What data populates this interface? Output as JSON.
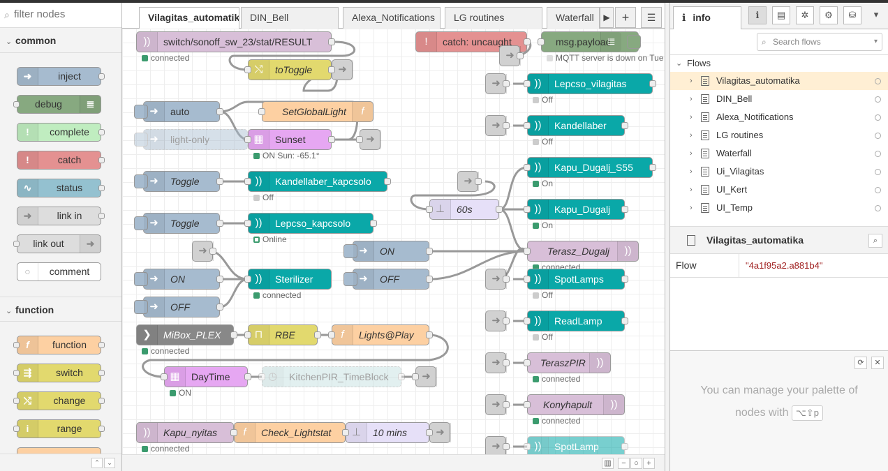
{
  "palette": {
    "filter_placeholder": "filter nodes",
    "categories": [
      "common",
      "function"
    ],
    "common_nodes": [
      "inject",
      "debug",
      "complete",
      "catch",
      "status",
      "link in",
      "link out",
      "comment"
    ],
    "function_nodes": [
      "function",
      "switch",
      "change",
      "range"
    ]
  },
  "tabs": [
    "Vilagitas_automatik",
    "DIN_Bell",
    "Alexa_Notifications",
    "LG routines",
    "Waterfall"
  ],
  "nodes": {
    "n1": "switch/sonoff_sw_23/stat/RESULT",
    "n2": "toToggle",
    "n3": "auto",
    "n4": "light-only",
    "n5": "SetGlobalLight",
    "n6": "Sunset",
    "n7": "Toggle",
    "n8": "Kandellaber_kapcsolo",
    "n9": "Toggle",
    "n10": "Lepcso_kapcsolo",
    "n11": "ON",
    "n12": "OFF",
    "n13": "Sterilizer",
    "n14": "MiBox_PLEX",
    "n15": "RBE",
    "n16": "Lights@Play",
    "n17": "DayTime",
    "n18": "KitchenPIR_TimeBlock",
    "n19": "Kapu_nyitas",
    "n20": "Check_Lightstat",
    "n21": "10 mins",
    "n22": "catch: uncaught",
    "n23": "msg.payload",
    "n24": "Lepcso_vilagitas",
    "n25": "Kandellaber",
    "n26": "Kapu_Dugalj_S55",
    "n27": "60s",
    "n28": "Kapu_Dugalj",
    "n29": "ON",
    "n30": "OFF",
    "n31": "Terasz_Dugalj",
    "n32": "SpotLamps",
    "n33": "ReadLamp",
    "n34": "TeraszPIR",
    "n35": "Konyhapult",
    "n36": "SpotLamp"
  },
  "status": {
    "s1": "connected",
    "s2": "ON Sun: -65.1°",
    "s3": "Off",
    "s4": "Online",
    "s5": "connected",
    "s6": "connected",
    "s7": "ON",
    "s8": "connected",
    "s9": "MQTT server is down on Tue",
    "s10": "Off",
    "s11": "Off",
    "s12": "On",
    "s13": "On",
    "s14": "connected",
    "s15": "Off",
    "s16": "Off",
    "s17": "connected",
    "s18": "connected"
  },
  "sidebar": {
    "tab_label": "info",
    "search_placeholder": "Search flows",
    "flows_header": "Flows",
    "flows": [
      "Vilagitas_automatika",
      "DIN_Bell",
      "Alexa_Notifications",
      "LG routines",
      "Waterfall",
      "Ui_Vilagitas",
      "UI_Kert",
      "UI_Temp"
    ],
    "selected_title": "Vilagitas_automatika",
    "prop_label": "Flow",
    "prop_value": "\"4a1f95a2.a881b4\"",
    "help_text_1": "You can manage your palette of",
    "help_text_2": "nodes with",
    "shortcut": "⌥⇧p"
  },
  "colors": {
    "mqtt": "#d8bfd8",
    "change": "#e2d96e",
    "inject": "#a6bbcf",
    "function": "#fdd0a2",
    "time": "#e6a7f2",
    "hue": "#0aa8a8",
    "link": "#dddddd",
    "debug": "#87a980",
    "catch": "#e49191",
    "exec": "#888888",
    "timer": "#e6e0f8",
    "status_green": "#3b9b6e"
  }
}
